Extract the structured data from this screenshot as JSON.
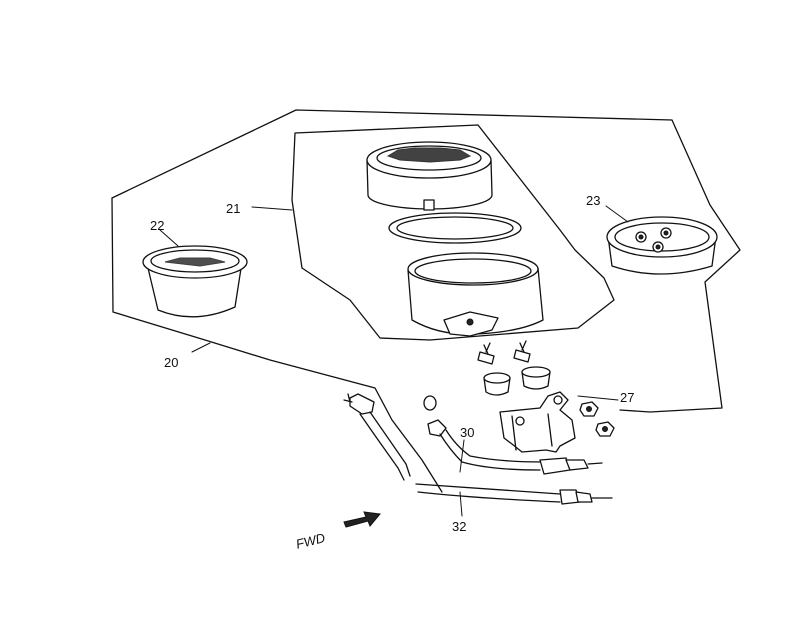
{
  "callouts": {
    "c20": "20",
    "c21": "21",
    "c22": "22",
    "c23": "23",
    "c27": "27",
    "c30": "30",
    "c32": "32"
  },
  "direction_label": "FWD"
}
